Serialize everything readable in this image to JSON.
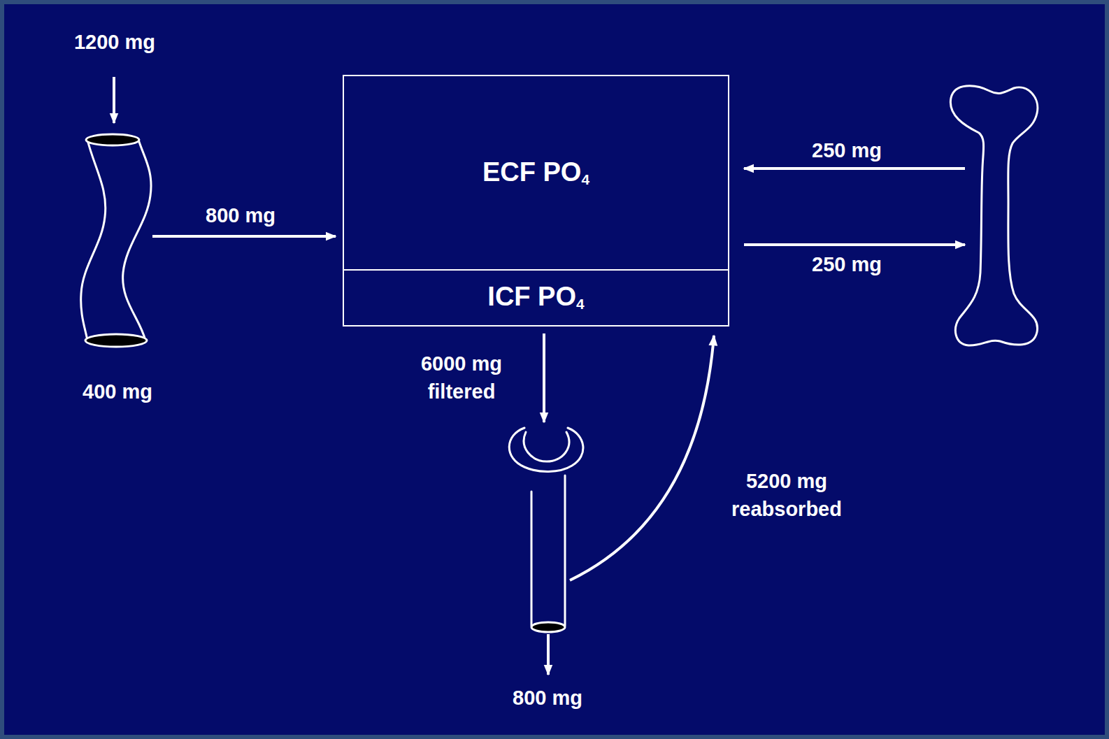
{
  "diagram": {
    "nodes": [
      {
        "text": [
          "ECF PO4"
        ]
      },
      {
        "text": [
          "ICF PO4"
        ]
      }
    ],
    "labels": [
      "1200 mg",
      "250 mg",
      "800 mg",
      "250 mg",
      "400 mg",
      "6000 mg filtered",
      "5200 mg reabsorbed",
      "800 mg"
    ]
  }
}
